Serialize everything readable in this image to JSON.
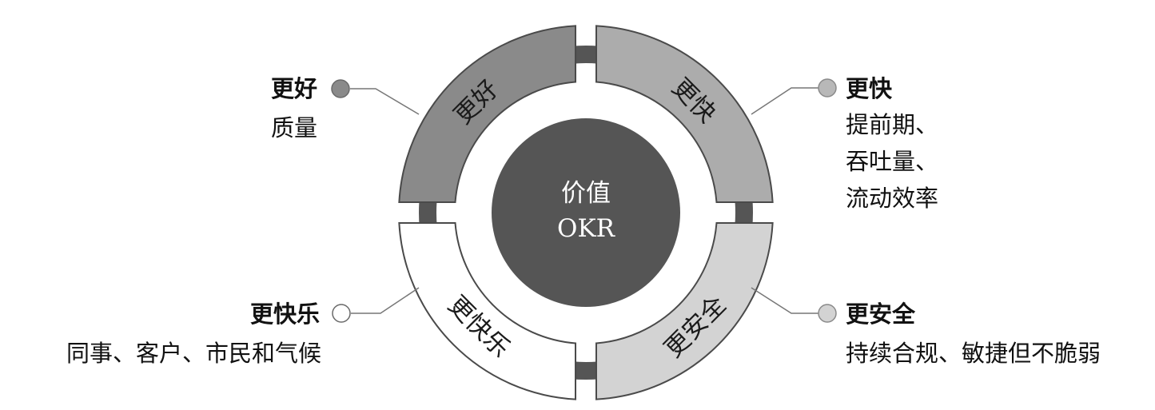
{
  "center": {
    "line1": "价值",
    "line2": "OKR"
  },
  "segments": [
    {
      "id": "better",
      "label": "更好",
      "fill": "#8a8a8a"
    },
    {
      "id": "faster",
      "label": "更快",
      "fill": "#acacac"
    },
    {
      "id": "safer",
      "label": "更安全",
      "fill": "#d3d3d3"
    },
    {
      "id": "happier",
      "label": "更快乐",
      "fill": "#ffffff"
    }
  ],
  "callouts": {
    "better": {
      "heading": "更好",
      "lines": [
        "质量"
      ],
      "dot_color": "#8a8a8a"
    },
    "faster": {
      "heading": "更快",
      "lines": [
        "提前期、",
        "吞吐量、",
        "流动效率"
      ],
      "dot_color": "#b8b8b8"
    },
    "safer": {
      "heading": "更安全",
      "lines": [
        "持续合规、敏捷但不脆弱"
      ],
      "dot_color": "#d3d3d3"
    },
    "happier": {
      "heading": "更快乐",
      "lines": [
        "同事、客户、市民和气候"
      ],
      "dot_color": "#ffffff"
    }
  },
  "colors": {
    "core": "#555555",
    "track": "#555555",
    "segment_stroke": "#4a4a4a",
    "leader_line": "#777777"
  }
}
